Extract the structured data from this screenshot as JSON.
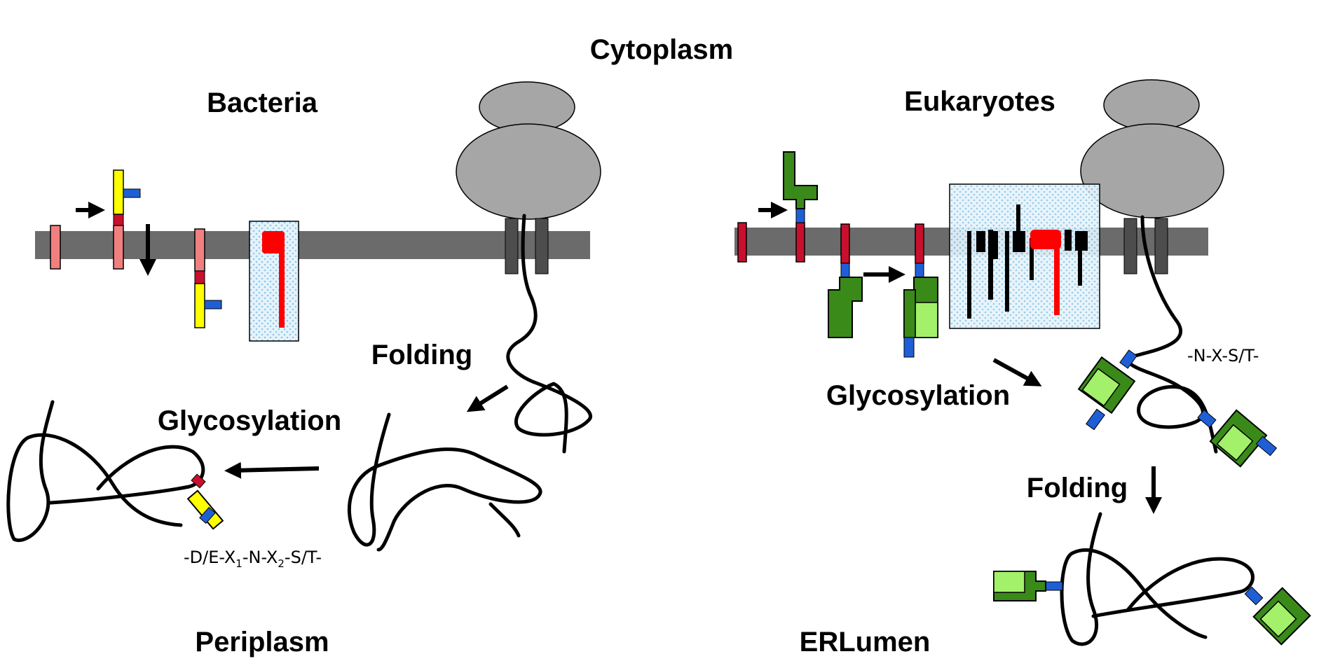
{
  "labels": {
    "cytoplasm": "Cytoplasm",
    "bacteria": "Bacteria",
    "eukaryotes": "Eukaryotes",
    "folding_left": "Folding",
    "glycosylation_left": "Glycosylation",
    "glycosylation_right": "Glycosylation",
    "folding_right": "Folding",
    "periplasm": "Periplasm",
    "er_lumen": "ERLumen"
  },
  "sequons": {
    "bacterial_prefix": "-D/E-X",
    "bacterial_sub1": "1",
    "bacterial_mid": "-N-X",
    "bacterial_sub2": "2",
    "bacterial_suffix": "-S/T-",
    "eukaryotic": "-N-X-S/T-"
  },
  "colors": {
    "membrane": "#6b6b6b",
    "ribosome": "#a6a6a6",
    "translocon": "#4d4d4d",
    "ost_box_fill": "#d6ecf8",
    "ost_catalytic": "#ff0000",
    "lipid_pink": "#f08080",
    "lipid_red": "#c8102e",
    "bacterial_glycan": "#ffff00",
    "glycan_blue": "#1f5fd6",
    "euk_glycan_dark": "#3a8a1a",
    "euk_glycan_light": "#a3f06a"
  }
}
